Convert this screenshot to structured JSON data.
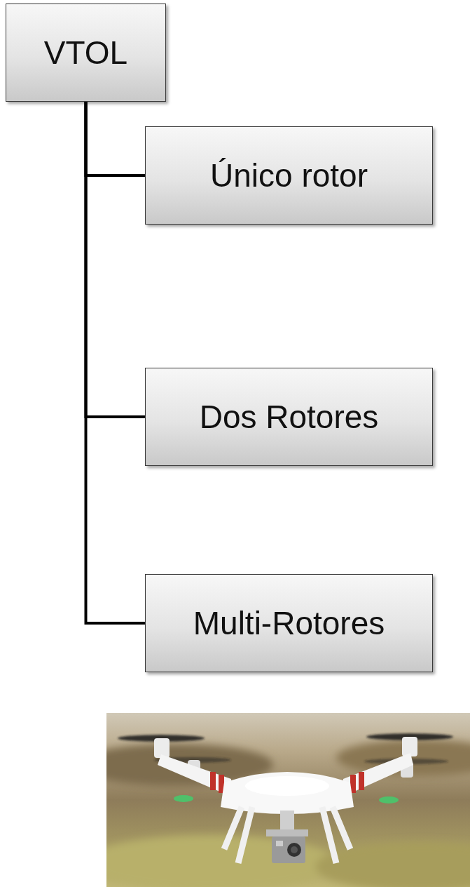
{
  "diagram": {
    "nodes": [
      {
        "text": [
          "VTOL"
        ]
      },
      {
        "text": [
          "Único rotor"
        ]
      },
      {
        "text": [
          "Dos Rotores"
        ]
      },
      {
        "text": [
          "Multi-Rotores"
        ]
      }
    ],
    "edges": [
      {
        "from": 0,
        "to": 1,
        "arrow": "none"
      },
      {
        "from": 0,
        "to": 2,
        "arrow": "none"
      },
      {
        "from": 0,
        "to": 3,
        "arrow": "none"
      }
    ]
  }
}
